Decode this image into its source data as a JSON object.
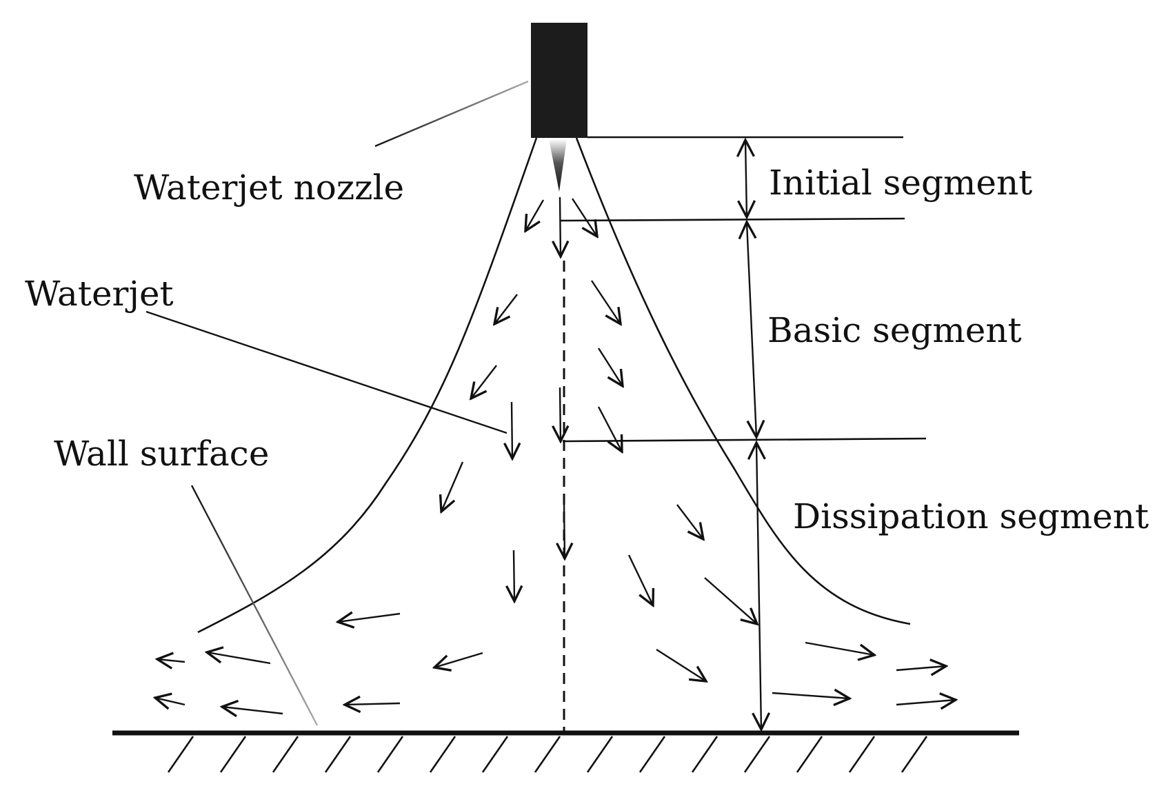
{
  "labels": {
    "nozzle": "Waterjet nozzle",
    "waterjet": "Waterjet",
    "wall_surface": "Wall surface",
    "initial_segment": "Initial segment",
    "basic_segment": "Basic segment",
    "dissipation_segment": "Dissipation segment"
  },
  "colors": {
    "ink": "#111111",
    "nozzle": "#1c1c1c",
    "background": "#ffffff"
  }
}
